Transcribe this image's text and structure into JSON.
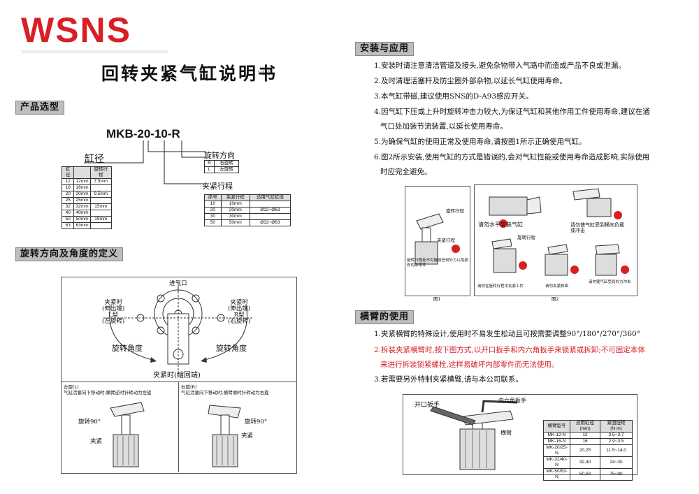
{
  "brand": {
    "logo": "WSNS"
  },
  "title": "回转夹紧气缸说明书",
  "version": "V1.1",
  "sections": {
    "selection": "产品选型",
    "rotation": "旋转方向及角度的定义",
    "install": "安装与应用",
    "arm": "横臂的使用"
  },
  "model_code": "MKB-20-10-R",
  "model_labels": {
    "bore": "缸径",
    "direction": "旋转方向",
    "stroke": "夹紧行程"
  },
  "direction_table": {
    "rows": [
      [
        "R",
        "右旋转"
      ],
      [
        "L",
        "左旋转"
      ]
    ]
  },
  "bore_table": {
    "headers": [
      "缸径",
      "",
      "旋转行程"
    ],
    "rows": [
      [
        "12",
        "12mm",
        "7.5mm"
      ],
      [
        "16",
        "16mm",
        ""
      ],
      [
        "20",
        "20mm",
        "9.5mm"
      ],
      [
        "25",
        "25mm",
        ""
      ],
      [
        "32",
        "32mm",
        "15mm"
      ],
      [
        "40",
        "40mm",
        ""
      ],
      [
        "50",
        "50mm",
        "19mm"
      ],
      [
        "63",
        "63mm",
        ""
      ]
    ]
  },
  "stroke_table": {
    "headers": [
      "序号",
      "夹紧行程",
      "适用气缸缸径"
    ],
    "rows": [
      [
        "10",
        "10mm",
        ""
      ],
      [
        "20",
        "20mm",
        "Ø12~Ø63"
      ],
      [
        "30",
        "30mm",
        ""
      ],
      [
        "50",
        "50mm",
        "Ø32~Ø63"
      ]
    ]
  },
  "rotation_diagram": {
    "inlet": "进气口",
    "left_open": [
      "夹紧时",
      "(伸出端)",
      "L型",
      "(左旋转)"
    ],
    "right_open": [
      "夹紧时",
      "(伸出端)",
      "R型",
      "(右旋转)"
    ],
    "angle_left": "旋转角度",
    "angle_right": "旋转角度",
    "clamp_state": "夹紧时(缩回端)",
    "left_box_title": "左旋(L)",
    "left_box_desc": "气缸活塞向下移动时,横臂逆时针转动为左旋",
    "right_box_title": "右旋(R)",
    "right_box_desc": "气缸活塞向下移动时,横臂顺时针转动为右旋",
    "rotate_l": "旋转90°",
    "rotate_r": "旋转90°",
    "clamp_l": "夹紧",
    "clamp_r": "夹紧"
  },
  "install_rules": [
    "1.安装时请注意清洁管道及接头,避免杂物带入气路中而造成产品不良或泄漏。",
    "2.及时清理活塞杆及防尘圈外部杂物,以延长气缸使用寿命。",
    "3.本气缸带磁,建议使用SNS的D-A93感应开关。",
    "4.因气缸下压或上升时旋转冲击力较大,为保证气缸和其他作用工件使用寿命,建议在通",
    "气口处加装节流装置,以延长使用寿命。",
    "5.为确保气缸的使用正常及使用寿命,请按图1所示正确使用气缸。",
    "6.图2所示安装,使用气缸的方式是错误的,会对气缸性能或使用寿命造成影响,实际使用",
    "时应完全避免。"
  ],
  "figure_notes": {
    "fig1": "图1",
    "fig2": "图2",
    "rot_stroke": "旋转行程",
    "clamp_stroke": "夹紧行程",
    "fig1_caption": "旋转行程处不可施加任何外力以免损伤内部零件",
    "no_horizontal": "请勿水平安装气缸",
    "no_side_load": "请勿使气缸受到横向负载或冲击",
    "fig2_caption_a": "请勿在旋转行程中夹紧工件",
    "fig2_caption_b": "请勿夹紧斜面",
    "fig2_caption_c": "请勿使气缸受到外力冲击"
  },
  "arm_rules": [
    {
      "text": "1.夹紧横臂的特殊设计,使用时不易发生松动且可按需要调整90°/180°/270°/360°",
      "red": false
    },
    {
      "text": "2.拆装夹紧横臂时,按下图方式,以开口扳手和内六角扳手来锁紧或拆卸;不可固定本体",
      "red": true
    },
    {
      "text": "来进行拆装锁紧螺栓,这样易破坏内部零件而无法使用。",
      "red": true
    },
    {
      "text": "3.若需要另外特制夹紧横臂,请与本公司联系。",
      "red": false
    }
  ],
  "arm_figure": {
    "wrench": "开口扳手",
    "hex": "内六角扳手",
    "arm": "横臂"
  },
  "arm_table": {
    "headers": [
      "横臂型号",
      "适用缸径(mm)",
      "紧固扭矩(N·m)"
    ],
    "rows": [
      [
        "MK-12-N",
        "12",
        "3.5~3.7"
      ],
      [
        "MK-16-N",
        "16",
        "2.9~3.5"
      ],
      [
        "MK-20/25-N",
        "20,25",
        "11.5~14.0"
      ],
      [
        "MK-32/40-N",
        "32,40",
        "24~30"
      ],
      [
        "MK-50/63-N",
        "50,63",
        "75~90"
      ]
    ]
  },
  "colors": {
    "brand": "#d81f26",
    "tag_bg": "#bdbdbd"
  }
}
